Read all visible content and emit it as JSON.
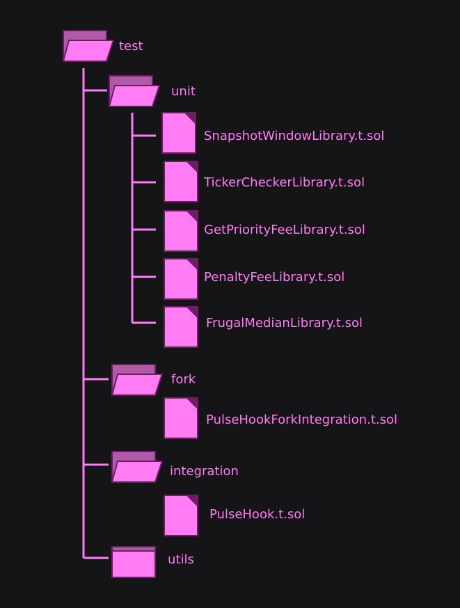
{
  "colors": {
    "background": "#151416",
    "accent": "#ff7cf5",
    "icon_fill": "#ff7cf5",
    "icon_tab": "#b05aa8",
    "icon_border": "#6b1f63"
  },
  "tree": {
    "root": {
      "label": "test",
      "icon": "folder-open-icon"
    },
    "unit": {
      "label": "unit",
      "icon": "folder-open-icon"
    },
    "unit_files": [
      {
        "label": "SnapshotWindowLibrary.t.sol",
        "icon": "file-icon"
      },
      {
        "label": "TickerCheckerLibrary.t.sol",
        "icon": "file-icon"
      },
      {
        "label": "GetPriorityFeeLibrary.t.sol",
        "icon": "file-icon"
      },
      {
        "label": "PenaltyFeeLibrary.t.sol",
        "icon": "file-icon"
      },
      {
        "label": "FrugalMedianLibrary.t.sol",
        "icon": "file-icon"
      }
    ],
    "fork": {
      "label": "fork",
      "icon": "folder-open-icon"
    },
    "fork_files": [
      {
        "label": "PulseHookForkIntegration.t.sol",
        "icon": "file-icon"
      }
    ],
    "integration": {
      "label": "integration",
      "icon": "folder-open-icon"
    },
    "integration_files": [
      {
        "label": "PulseHook.t.sol",
        "icon": "file-icon"
      }
    ],
    "utils": {
      "label": "utils",
      "icon": "folder-closed-icon"
    }
  }
}
